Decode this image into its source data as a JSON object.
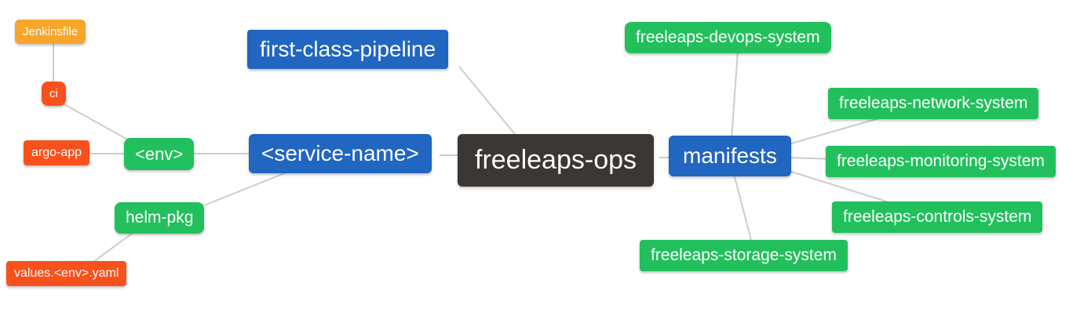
{
  "diagram": {
    "type": "mindmap",
    "background": "#ffffff",
    "edge_color": "#cccccc"
  },
  "colors": {
    "root_dark": "#3b3734",
    "branch_blue": "#2166c0",
    "leaf_green": "#22c05c",
    "leaf_red": "#f8511d",
    "leaf_orange": "#f7a62a",
    "text": "#ffffff"
  },
  "nodes": {
    "root": {
      "label": "freeleaps-ops"
    },
    "first_class_pipeline": {
      "label": "first-class-pipeline"
    },
    "service_name": {
      "label": "<service-name>"
    },
    "manifests": {
      "label": "manifests"
    },
    "env": {
      "label": "<env>"
    },
    "helm_pkg": {
      "label": "helm-pkg"
    },
    "argo_app": {
      "label": "argo-app"
    },
    "ci": {
      "label": "ci"
    },
    "jenkinsfile": {
      "label": "Jenkinsfile"
    },
    "values_env_yaml": {
      "label": "values.<env>.yaml"
    },
    "devops_system": {
      "label": "freeleaps-devops-system"
    },
    "network_system": {
      "label": "freeleaps-network-system"
    },
    "monitoring_system": {
      "label": "freeleaps-monitoring-system"
    },
    "controls_system": {
      "label": "freeleaps-controls-system"
    },
    "storage_system": {
      "label": "freeleaps-storage-system"
    }
  },
  "edges": [
    {
      "from": "jenkinsfile",
      "to": "ci"
    },
    {
      "from": "ci",
      "to": "env"
    },
    {
      "from": "argo_app",
      "to": "env"
    },
    {
      "from": "env",
      "to": "service_name"
    },
    {
      "from": "service_name",
      "to": "root"
    },
    {
      "from": "first_class_pipeline",
      "to": "root"
    },
    {
      "from": "root",
      "to": "manifests"
    },
    {
      "from": "manifests",
      "to": "devops_system"
    },
    {
      "from": "manifests",
      "to": "network_system"
    },
    {
      "from": "manifests",
      "to": "monitoring_system"
    },
    {
      "from": "manifests",
      "to": "controls_system"
    },
    {
      "from": "manifests",
      "to": "storage_system"
    },
    {
      "from": "service_name",
      "to": "helm_pkg"
    },
    {
      "from": "helm_pkg",
      "to": "values_env_yaml"
    }
  ]
}
